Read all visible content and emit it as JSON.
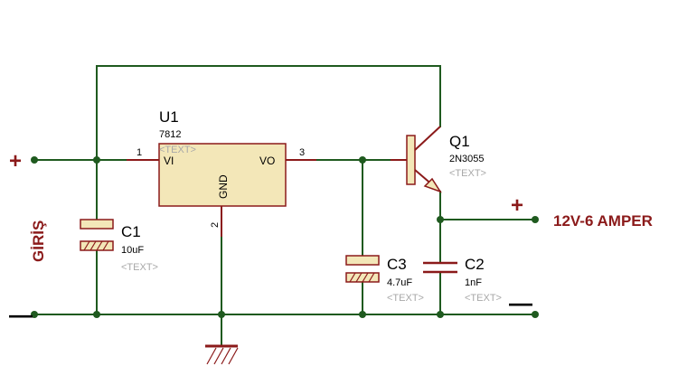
{
  "labels": {
    "input": "GİRİŞ",
    "output": "12V-6 AMPER",
    "plus": "+",
    "minus": "—"
  },
  "u1": {
    "ref": "U1",
    "value": "7812",
    "text": "<TEXT>",
    "pin_vi": "VI",
    "pin_vo": "VO",
    "pin_gnd": "GND",
    "pin1": "1",
    "pin2": "2",
    "pin3": "3"
  },
  "c1": {
    "ref": "C1",
    "value": "10uF",
    "text": "<TEXT>"
  },
  "c2": {
    "ref": "C2",
    "value": "1nF",
    "text": "<TEXT>"
  },
  "c3": {
    "ref": "C3",
    "value": "4.7uF",
    "text": "<TEXT>"
  },
  "q1": {
    "ref": "Q1",
    "value": "2N3055",
    "text": "<TEXT>"
  },
  "colors": {
    "wire": "#1f5a1f",
    "component": "#8b1a1a",
    "body": "#f3e7b8",
    "placeholder": "#a8a8a8"
  }
}
